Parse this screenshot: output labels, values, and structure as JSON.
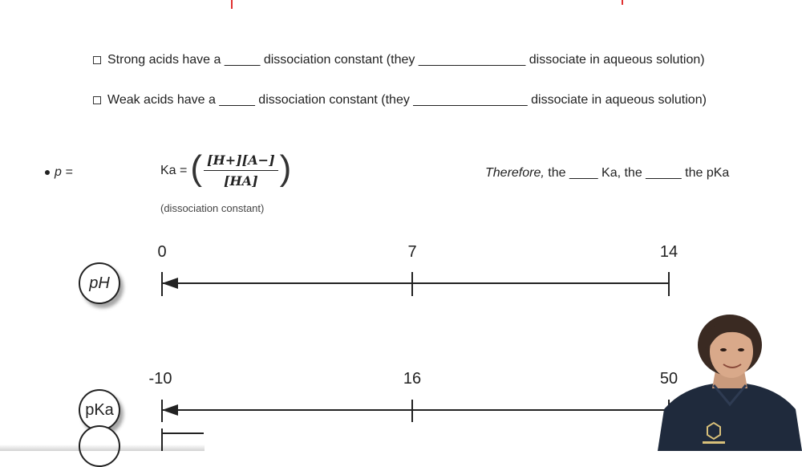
{
  "bullets": {
    "strong": {
      "part1": "Strong acids have a",
      "blank1": "_____",
      "part2": "dissociation constant (they",
      "blank2": "_______________",
      "part3": "dissociate in aqueous solution)"
    },
    "weak": {
      "part1": "Weak acids have a",
      "blank1": "_____",
      "part2": "dissociation constant (they",
      "blank2": "________________",
      "part3": "dissociate in aqueous solution)"
    }
  },
  "p_definition": {
    "label": "p ="
  },
  "formula": {
    "ka_label": "Ka =",
    "numerator": "[H+][A−]",
    "denominator": "[HA]",
    "note": "(dissociation constant)"
  },
  "therefore": {
    "lead": "Therefore,",
    "part1": "the",
    "blank1": "____",
    "part2": "Ka, the",
    "blank2": "_____",
    "part3": "the pKa"
  },
  "ph_scale": {
    "label": "pH",
    "ticks": [
      "0",
      "7",
      "14"
    ]
  },
  "pka_scale": {
    "label": "pKa",
    "ticks": [
      "-10",
      "16",
      "50"
    ]
  },
  "presenter": {
    "shirt_logo_icon": "hexagon-logo-icon"
  }
}
